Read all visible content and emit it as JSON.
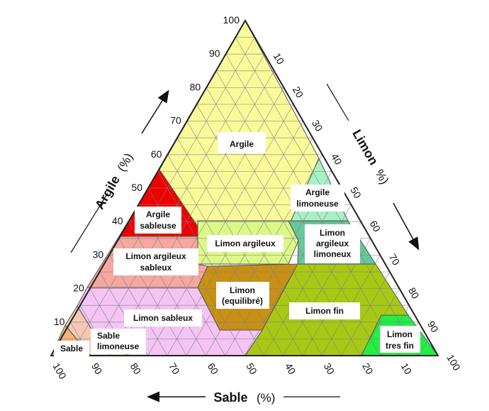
{
  "axes": {
    "argile": {
      "title": "Argile",
      "unit": "(%)",
      "ticks": [
        "10",
        "20",
        "30",
        "40",
        "50",
        "60",
        "70",
        "80",
        "90",
        "100"
      ]
    },
    "limon": {
      "title": "Limon",
      "unit": "%)",
      "ticks": [
        "10",
        "20",
        "30",
        "40",
        "50",
        "60",
        "70",
        "80",
        "90",
        "100"
      ]
    },
    "sable": {
      "title": "Sable",
      "unit": "(%)",
      "ticks": [
        "100",
        "90",
        "80",
        "70",
        "60",
        "50",
        "40",
        "30",
        "20",
        "10"
      ]
    }
  },
  "zones": [
    {
      "id": "argile",
      "label": [
        "Argile"
      ],
      "color": "#fafa9a"
    },
    {
      "id": "argile-sableuse",
      "label": [
        "Argile",
        "sableuse"
      ],
      "color": "#ee0000"
    },
    {
      "id": "argile-limoneuse",
      "label": [
        "Argile",
        "limoneuse"
      ],
      "color": "#a8f0c8"
    },
    {
      "id": "limon-argileux",
      "label": [
        "Limon argileux"
      ],
      "color": "#dcf888"
    },
    {
      "id": "limon-argileux-limoneux",
      "label": [
        "Limon",
        "argileux",
        "limoneux"
      ],
      "color": "#66c89a"
    },
    {
      "id": "limon-argileux-sableux",
      "label": [
        "Limon argileux",
        "sableux"
      ],
      "color": "#f4a8a0"
    },
    {
      "id": "limon-equilibre",
      "label": [
        "Limon",
        "(equilibré)"
      ],
      "color": "#c89014"
    },
    {
      "id": "limon-fin",
      "label": [
        "Limon fin"
      ],
      "color": "#a8c814"
    },
    {
      "id": "limon-sableux",
      "label": [
        "Limon sableux"
      ],
      "color": "#f4c4f4"
    },
    {
      "id": "sable-limoneuse",
      "label": [
        "Sable",
        "limoneuse"
      ],
      "color": "#f4c8b4"
    },
    {
      "id": "sable",
      "label": [
        "Sable"
      ],
      "color": "#f4b478"
    },
    {
      "id": "limon-tres-fin",
      "label": [
        "Limon",
        "tres fin"
      ],
      "color": "#22ee44"
    }
  ]
}
